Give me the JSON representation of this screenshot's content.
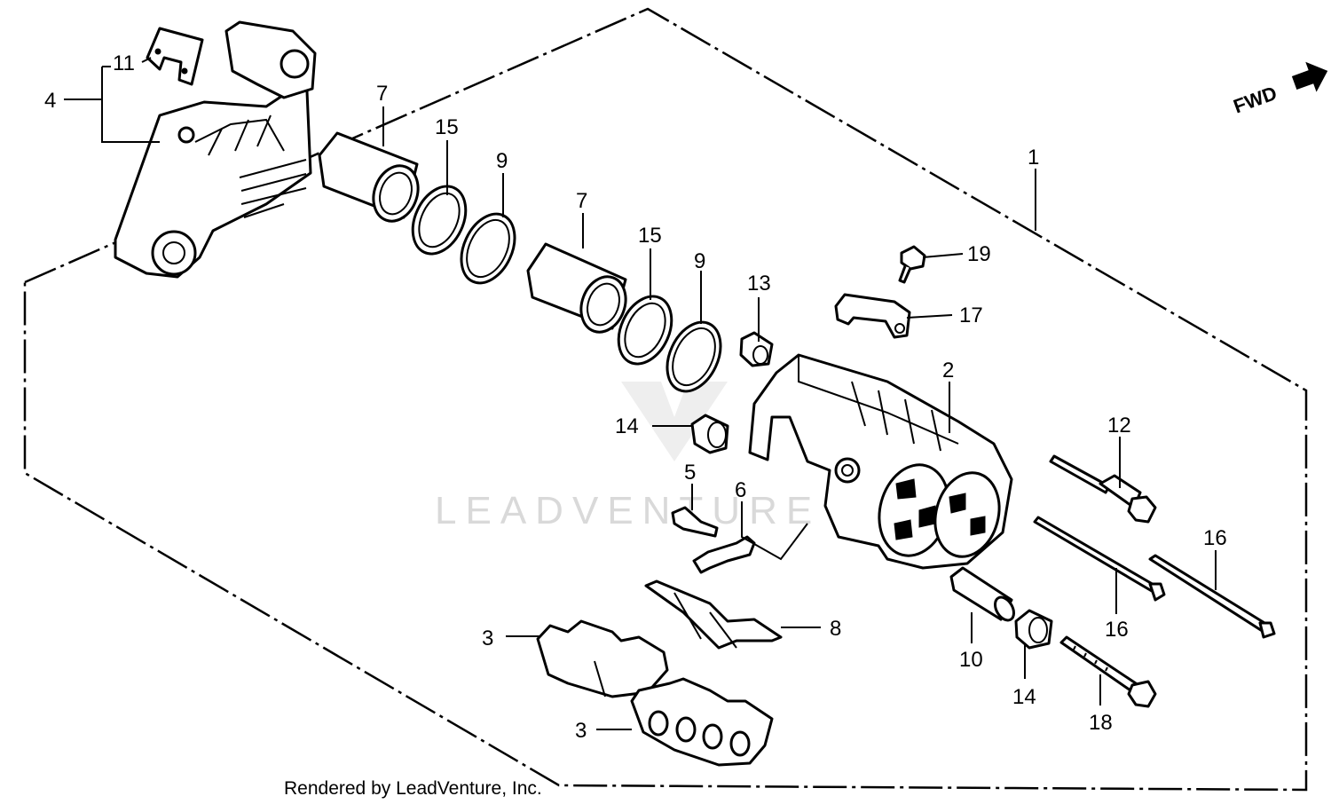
{
  "watermark": "LEADVENTURE",
  "footer": "Rendered by LeadVenture, Inc.",
  "direction_label": "FWD",
  "callouts": [
    "1",
    "2",
    "3",
    "3",
    "4",
    "5",
    "6",
    "7",
    "7",
    "8",
    "9",
    "9",
    "10",
    "11",
    "12",
    "13",
    "14",
    "14",
    "15",
    "15",
    "16",
    "16",
    "17",
    "18",
    "19"
  ]
}
